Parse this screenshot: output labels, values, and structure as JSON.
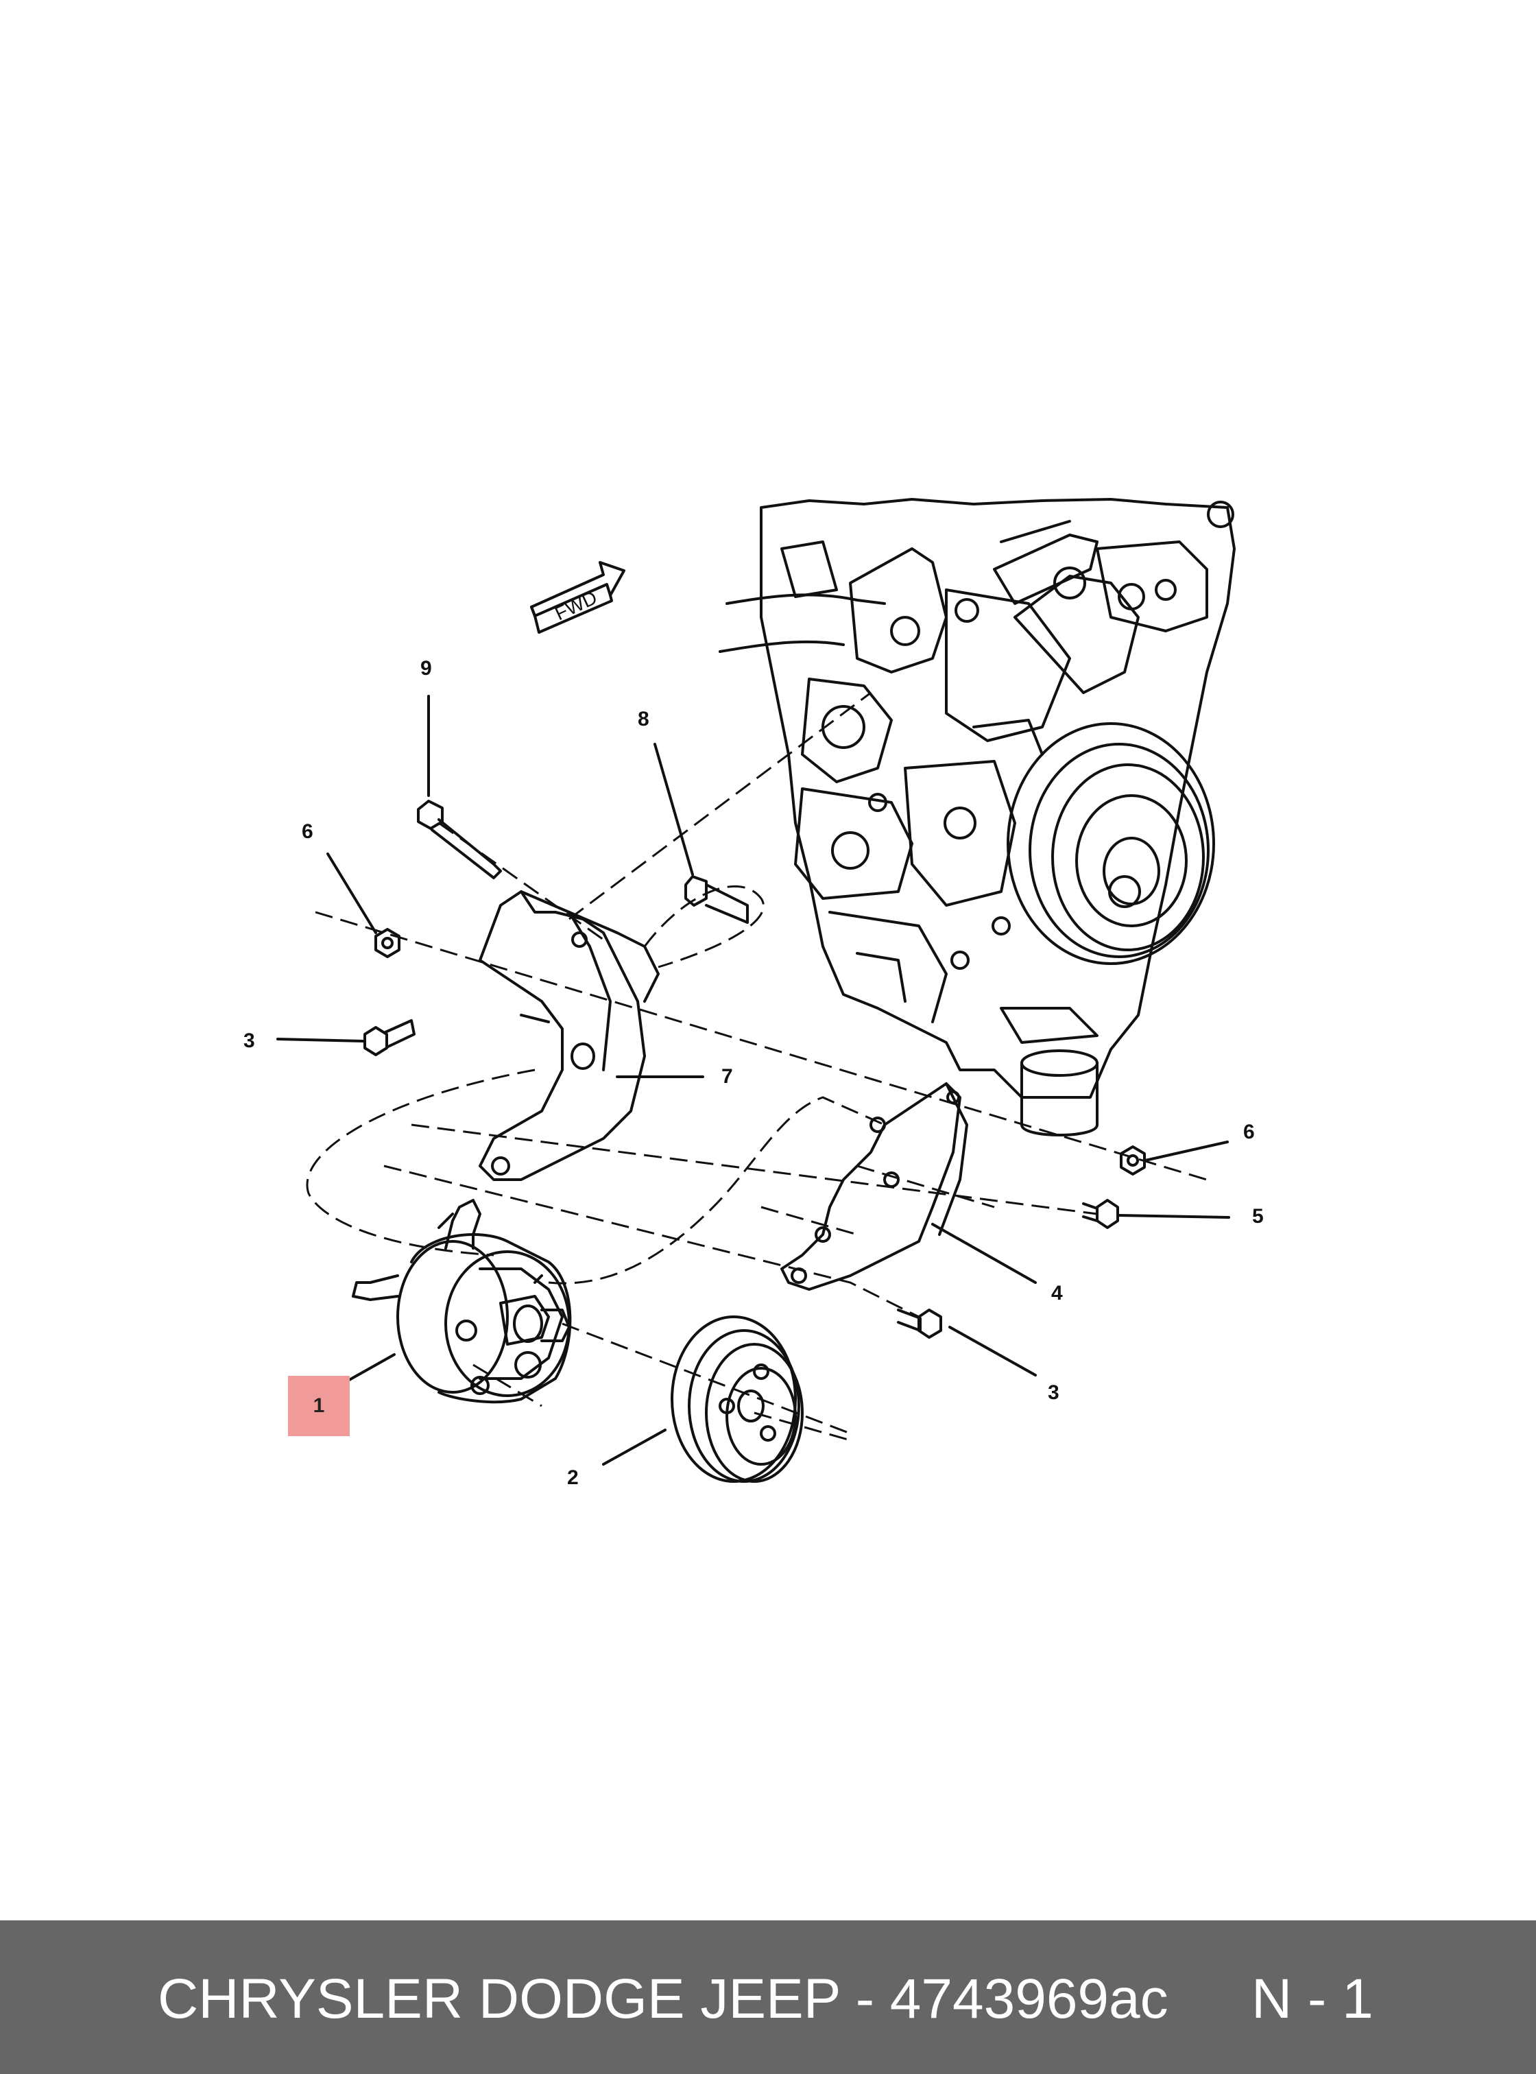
{
  "diagram": {
    "direction_label": "FWD",
    "callouts": [
      "9",
      "8",
      "6",
      "3",
      "7",
      "6",
      "5",
      "4",
      "3",
      "2",
      "1"
    ],
    "highlighted_callout": "1",
    "highlight_color": "#f09a9a"
  },
  "footer": {
    "brand_part": "CHRYSLER DODGE JEEP - 4743969ac",
    "page": "N - 1",
    "background": "#666666"
  }
}
